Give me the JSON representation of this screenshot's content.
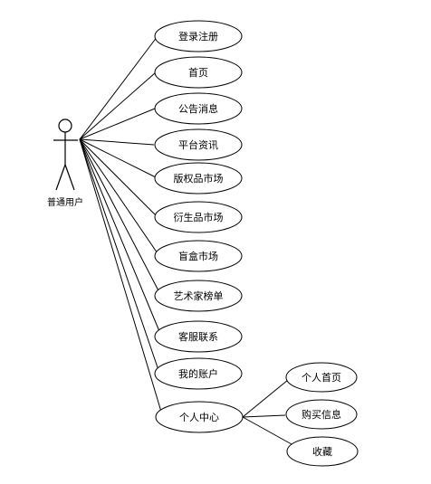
{
  "actor": {
    "label": "普通用户"
  },
  "use_cases": [
    {
      "id": "login",
      "label": "登录注册"
    },
    {
      "id": "home",
      "label": "首页"
    },
    {
      "id": "notice",
      "label": "公告消息"
    },
    {
      "id": "news",
      "label": "平台资讯"
    },
    {
      "id": "copyright-market",
      "label": "版权品市场"
    },
    {
      "id": "derivative-market",
      "label": "衍生品市场"
    },
    {
      "id": "blindbox-market",
      "label": "盲盒市场"
    },
    {
      "id": "artist-ranking",
      "label": "艺术家榜单"
    },
    {
      "id": "customer-service",
      "label": "客服联系"
    },
    {
      "id": "my-account",
      "label": "我的账户"
    },
    {
      "id": "personal-center",
      "label": "个人中心"
    }
  ],
  "sub_use_cases": [
    {
      "id": "personal-home",
      "label": "个人首页"
    },
    {
      "id": "purchase-info",
      "label": "购买信息"
    },
    {
      "id": "favorites",
      "label": "收藏"
    }
  ]
}
